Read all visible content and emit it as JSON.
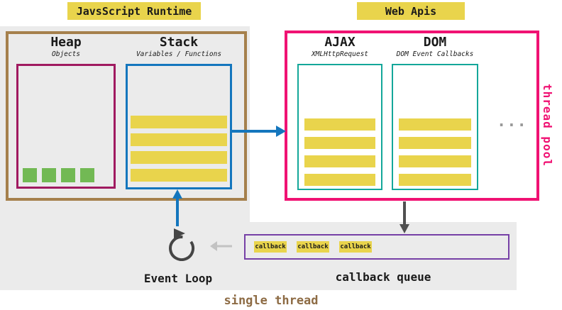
{
  "colors": {
    "yellow": "#e9d44c",
    "brown": "#a5804c",
    "blue": "#1476bd",
    "pink": "#f01273",
    "teal": "#14a79a",
    "magenta": "#a01a60",
    "purple": "#7640a6",
    "green": "#72b954",
    "gray-bg": "#ebebeb",
    "dark-arrow": "#505050",
    "light-arrow": "#c2c2c2",
    "dots": "#999999",
    "brown-text": "#8d6b44",
    "text": "#1a1a1a"
  },
  "titles": {
    "runtime": "JavsScript Runtime",
    "web_apis": "Web Apis"
  },
  "runtime": {
    "heap": {
      "title": "Heap",
      "subtitle": "Objects",
      "objects": [
        "",
        "",
        "",
        ""
      ]
    },
    "stack": {
      "title": "Stack",
      "subtitle": "Variables / Functions",
      "frames": [
        "",
        "",
        "",
        ""
      ]
    }
  },
  "web_apis": {
    "ajax": {
      "title": "AJAX",
      "subtitle": "XMLHttpRequest",
      "tasks": [
        "",
        "",
        "",
        ""
      ]
    },
    "dom": {
      "title": "DOM",
      "subtitle": "DOM Event Callbacks",
      "tasks": [
        "",
        "",
        "",
        ""
      ]
    },
    "more_indicator": "..."
  },
  "callback_queue": {
    "items": [
      "callback",
      "callback",
      "callback"
    ]
  },
  "labels": {
    "thread_pool": "thread pool",
    "event_loop": "Event Loop",
    "callback_queue": "callback queue",
    "single_thread": "single thread"
  }
}
